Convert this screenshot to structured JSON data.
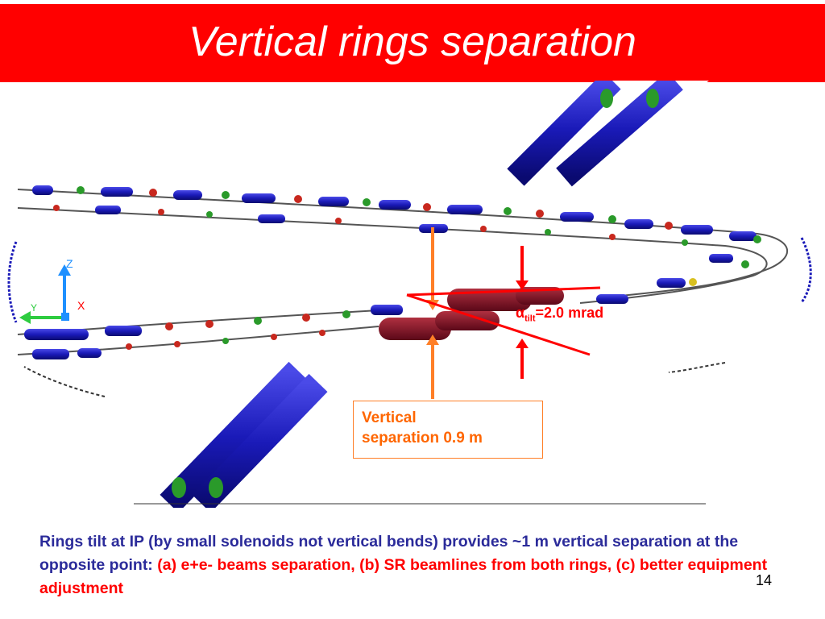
{
  "slide": {
    "title": "Vertical rings separation",
    "page_number": "14",
    "callout": {
      "line1": "Vertical",
      "line2": "separation 0.9 m"
    },
    "angle_label": {
      "symbol": "α",
      "subscript": "tilt",
      "value": "=2.0 mrad"
    },
    "axes": {
      "z": "Z",
      "y": "Y",
      "x": "X"
    },
    "caption": {
      "part1": "Rings tilt at IP (by small solenoids not vertical bends) provides ~1 m vertical separation at the opposite point: ",
      "part2": "(a) e+e- beams separation, (b) SR beamlines from both rings, (c) better equipment adjustment"
    }
  },
  "colors": {
    "title_bar": "#ff0000",
    "magnet_blue": "#1a1ab8",
    "dipole_red": "#c8281e",
    "solenoid_dark_red": "#7a1020",
    "callout_orange": "#ff6600",
    "caption_blue": "#2b2b9a",
    "caption_red": "#ff0000"
  },
  "icons": [
    "z-axis-icon",
    "y-axis-icon",
    "x-axis-icon",
    "tilt-arrow-icon"
  ]
}
